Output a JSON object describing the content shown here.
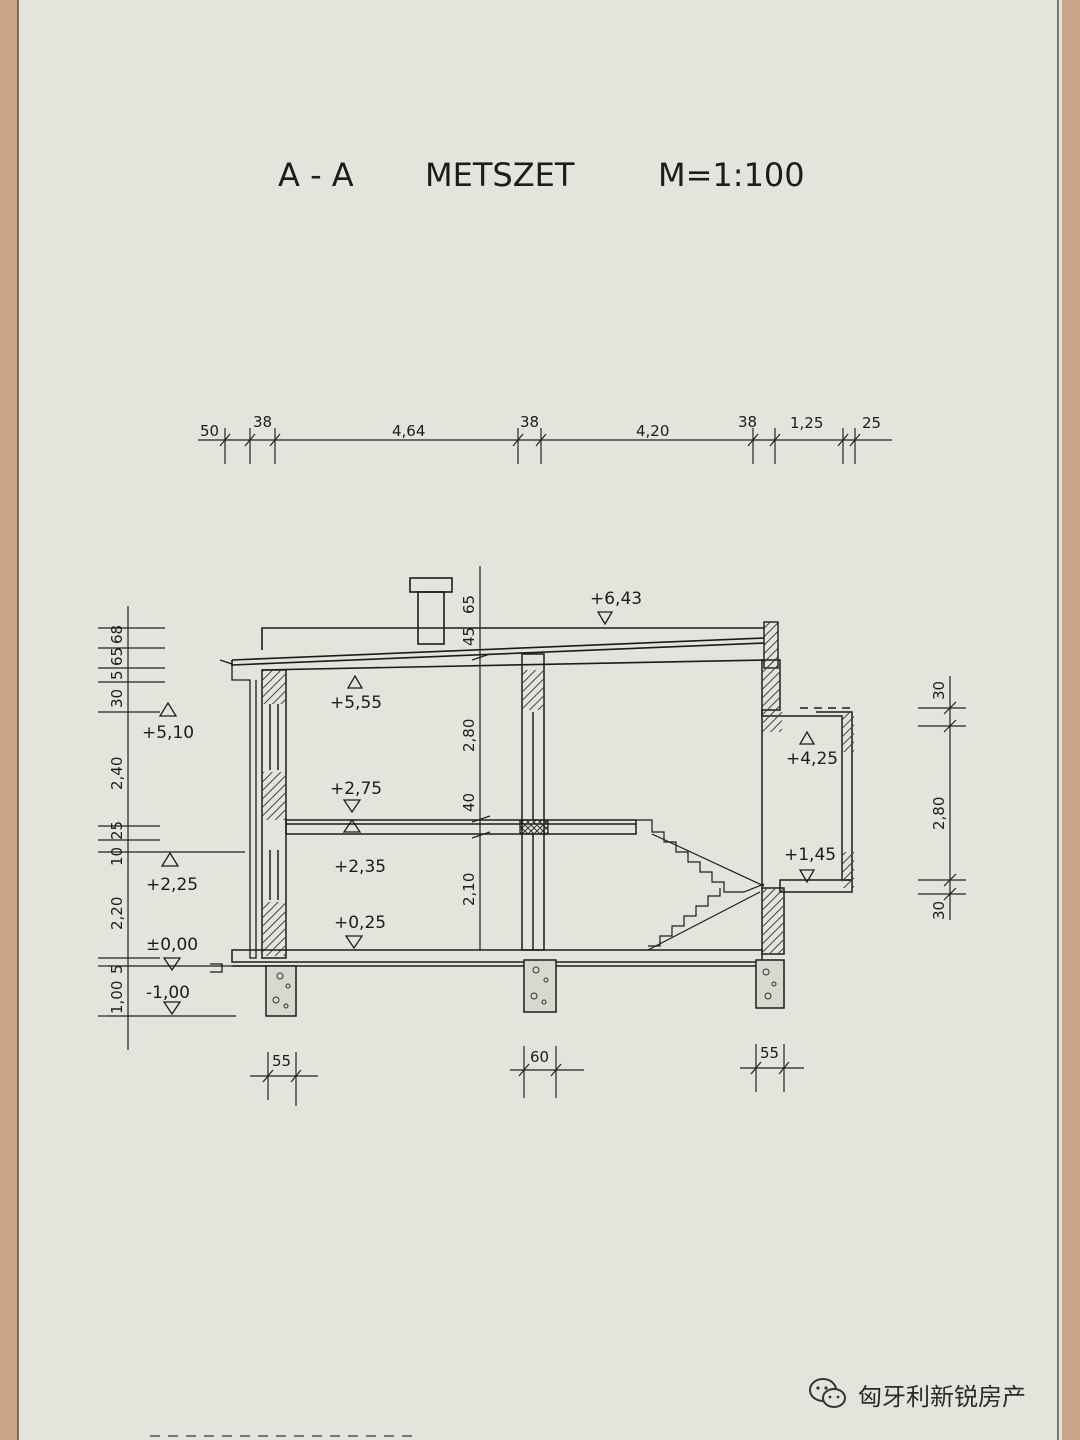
{
  "title": "A - A",
  "subtitle": "METSZET",
  "scale": "M=1:100",
  "watermark": {
    "text": "匈牙利新锐房产",
    "icon": "wechat-icon"
  },
  "colors": {
    "paper": "#e4e4dc",
    "ink": "#1c1c1c",
    "wall_hatch": "#444444",
    "edge": "#c9a488"
  },
  "top_dimensions": [
    "50",
    "38",
    "4,64",
    "38",
    "4,20",
    "38",
    "1,25",
    "25"
  ],
  "bottom_dimensions": [
    "55",
    "60",
    "55"
  ],
  "left_dimensions": [
    "68",
    "65",
    "5",
    "30",
    "2,40",
    "25",
    "10",
    "2,20",
    "5",
    "1,00"
  ],
  "right_dimensions": [
    "30",
    "2,80",
    "30"
  ],
  "roof_dimensions": [
    "45",
    "65"
  ],
  "interior_dimensions": [
    "2,80",
    "40",
    "2,10"
  ],
  "levels": {
    "roof_top": "+6,43",
    "upper_ceiling": "+5,55",
    "upper_ext": "+5,10",
    "annex_top": "+4,25",
    "upper_floor": "+2,75",
    "lower_ceiling": "+2,35",
    "lower_ext": "+2,25",
    "annex_floor": "+1,45",
    "ground_floor": "+0,25",
    "zero": "±0,00",
    "foundation": "-1,00"
  }
}
